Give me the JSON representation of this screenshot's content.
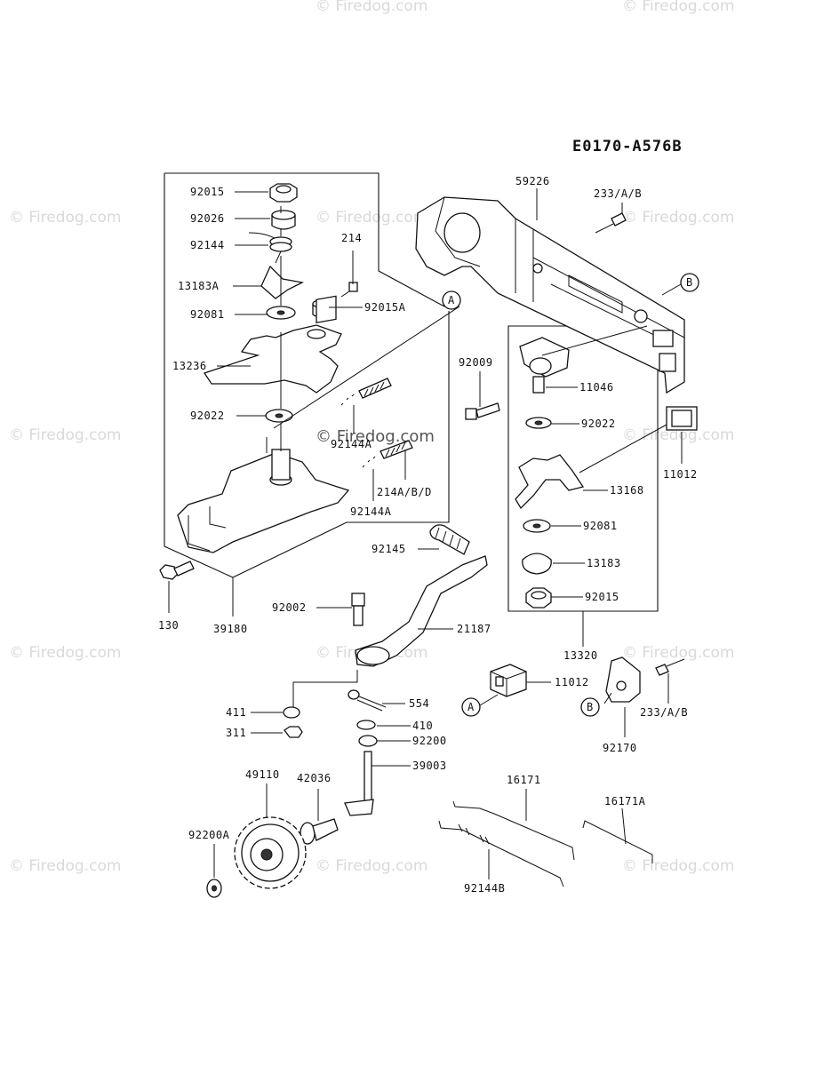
{
  "diagram_code": "E0170-A576B",
  "watermark": "© Firedog.com",
  "callouts": {
    "A": "A",
    "B": "B"
  },
  "labels": {
    "p92015": "92015",
    "p92026": "92026",
    "p92144": "92144",
    "p13183A": "13183A",
    "p214": "214",
    "p92015A": "92015A",
    "p92081_left": "92081",
    "p13236": "13236",
    "p92022_left": "92022",
    "p92144A_upper": "92144A",
    "p214ABD": "214A/B/D",
    "p92144A_lower": "92144A",
    "p130": "130",
    "p39180": "39180",
    "p59226": "59226",
    "p233AB_top": "233/A/B",
    "p92009": "92009",
    "p11046": "11046",
    "p92022_right": "92022",
    "p11012_right": "11012",
    "p13168": "13168",
    "p92081_right": "92081",
    "p13183": "13183",
    "p92015_right": "92015",
    "p13320": "13320",
    "p92145": "92145",
    "p92002": "92002",
    "p21187": "21187",
    "p411": "411",
    "p554": "554",
    "p311": "311",
    "p410": "410",
    "p92200": "92200",
    "p39003": "39003",
    "p49110": "49110",
    "p42036": "42036",
    "p92200A": "92200A",
    "p11012_lower": "11012",
    "p233AB_lower": "233/A/B",
    "p92170": "92170",
    "p16171": "16171",
    "p16171A": "16171A",
    "p92144B": "92144B"
  }
}
